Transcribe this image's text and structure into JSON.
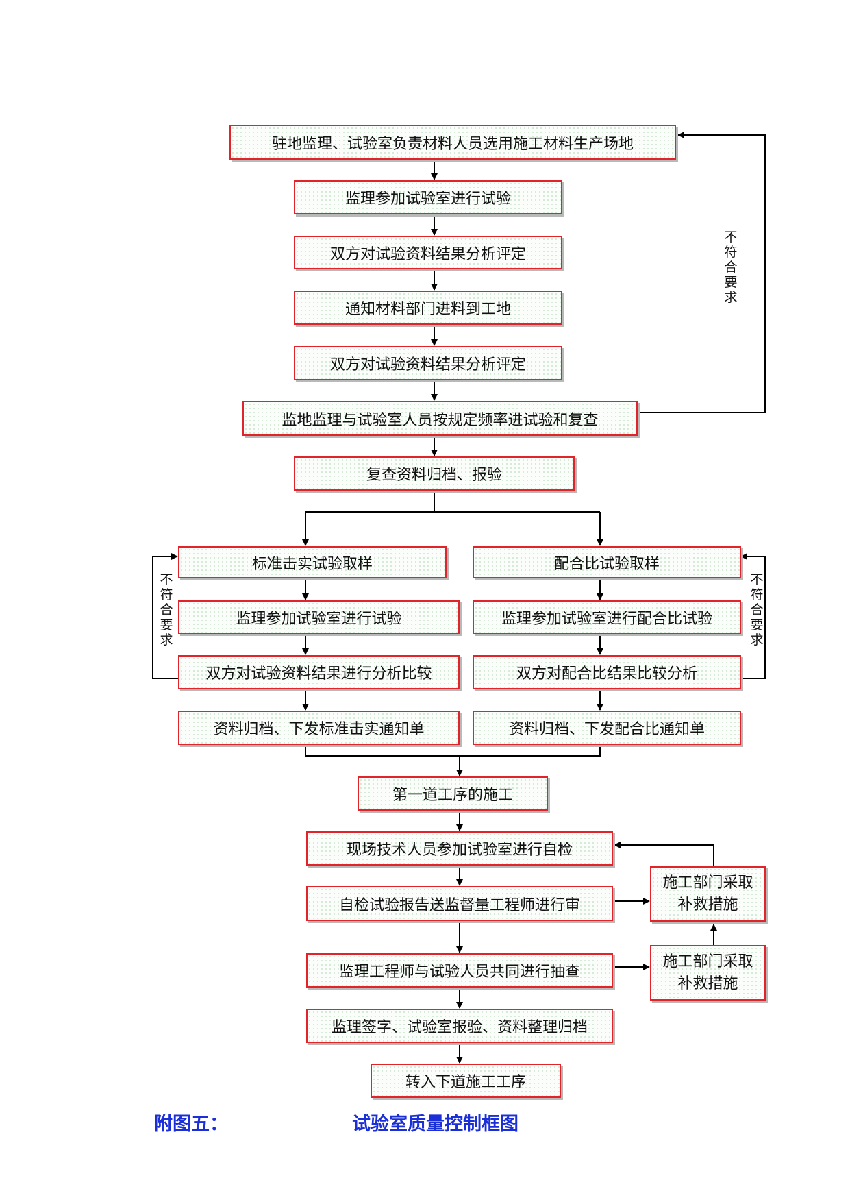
{
  "steps": {
    "s1": "驻地监理、试验室负责材料人员选用施工材料生产场地",
    "s2": "监理参加试验室进行试验",
    "s3": "双方对试验资料结果分析评定",
    "s4": "通知材料部门进料到工地",
    "s5": "双方对试验资料结果分析评定",
    "s6": "监地监理与试验室人员按规定频率进试验和复查",
    "s7": "复查资料归档、报验"
  },
  "left_branch": {
    "b1": "标准击实试验取样",
    "b2": "监理参加试验室进行试验",
    "b3": "双方对试验资料结果进行分析比较",
    "b4": "资料归档、下发标准击实通知单"
  },
  "right_branch": {
    "b1": "配合比试验取样",
    "b2": "监理参加试验室进行配合比试验",
    "b3": "双方对配合比结果比较分析",
    "b4": "资料归档、下发配合比通知单"
  },
  "lower": {
    "c1": "第一道工序的施工",
    "c2": "现场技术人员参加试验室进行自检",
    "c3": "自检试验报告送监督量工程师进行审",
    "c4": "监理工程师与试验人员共同进行抽查",
    "c5": "监理签字、试验室报验、资料整理归档",
    "c6": "转入下道施工工序",
    "remedy1": "施工部门采取补救措施",
    "remedy2": "施工部门采取补救措施"
  },
  "feedback_labels": {
    "top_right": "不符合要求",
    "left": "不符合要求",
    "right": "不符合要求"
  },
  "caption": {
    "prefix": "附图五：",
    "title": "试验室质量控制框图"
  },
  "colors": {
    "box_border": "#e0242a",
    "box_pattern": "#cfe6d2",
    "caption": "#1b2fd8"
  }
}
